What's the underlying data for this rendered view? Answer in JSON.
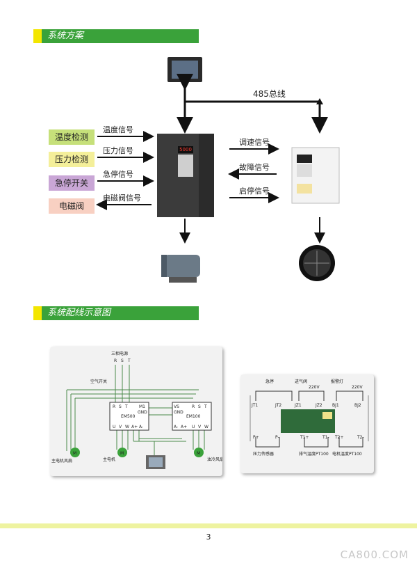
{
  "section1": {
    "title": "系统方案"
  },
  "section2": {
    "title": "系统配线示意图"
  },
  "bus_label": "485总线",
  "inputs": [
    {
      "label": "温度检测",
      "signal": "温度信号",
      "color": "#c6e07a"
    },
    {
      "label": "压力检测",
      "signal": "压力信号",
      "color": "#f4ef9a"
    },
    {
      "label": "急停开关",
      "signal": "急停信号",
      "color": "#c9a6d6"
    },
    {
      "label": "电磁阀",
      "signal": "电磁阀信号",
      "color": "#f8d0c2"
    }
  ],
  "right_signals": [
    "调速信号",
    "故障信号",
    "启停信号"
  ],
  "vfd_display": "5000",
  "wiring_left": {
    "top_label": "三相电源",
    "rst": [
      "R",
      "S",
      "T"
    ],
    "switch_label": "空气开关",
    "em500": {
      "name": "EM500",
      "terms_top": [
        "R",
        "S",
        "T"
      ],
      "m1": "M1",
      "gnd": "GND",
      "terms_bottom": [
        "U",
        "V",
        "W",
        "A+",
        "A-"
      ]
    },
    "em100": {
      "name": "EM100",
      "vs": "VS",
      "gnd": "GND",
      "terms_top": [
        "R",
        "S",
        "T"
      ],
      "terms_bottom": [
        "A-",
        "A+",
        "U",
        "V",
        "W"
      ]
    },
    "motor_label": "M",
    "fan_label": "主电机风扇",
    "main_motor_label": "主电机",
    "oil_fan_label": "油冷风扇"
  },
  "wiring_right": {
    "top_labels": [
      "急停",
      "进气阀",
      "220V",
      "报警灯",
      "220V"
    ],
    "top_terms": [
      "JT1",
      "JT2",
      "JZ1",
      "JZ2",
      "BJ1",
      "BJ2"
    ],
    "bottom_terms": [
      "P+",
      "P-",
      "T1+",
      "T1-",
      "T2+",
      "T2-"
    ],
    "sensor_labels": [
      "压力传感器",
      "排气温度PT100",
      "电机温度PT100"
    ]
  },
  "page_number": "3",
  "watermark": "CA800.COM"
}
